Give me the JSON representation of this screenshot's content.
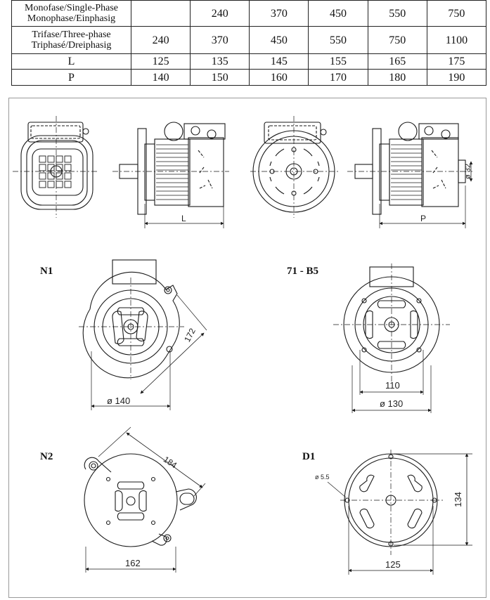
{
  "table": {
    "rows": [
      {
        "label": [
          "Monofase/Single-Phase",
          "Monophase/Einphasig"
        ],
        "cells": [
          "",
          "240",
          "370",
          "450",
          "550",
          "750"
        ]
      },
      {
        "label": [
          "Trifase/Three-phase",
          "Triphasé/Dreiphasig"
        ],
        "cells": [
          "240",
          "370",
          "450",
          "550",
          "750",
          "1100"
        ]
      },
      {
        "label": [
          "L"
        ],
        "cells": [
          "125",
          "135",
          "145",
          "155",
          "165",
          "175"
        ]
      },
      {
        "label": [
          "P"
        ],
        "cells": [
          "140",
          "150",
          "160",
          "170",
          "180",
          "190"
        ]
      }
    ]
  },
  "drawings": {
    "top_dims": {
      "length_L": "L",
      "length_P": "P",
      "shaft_dia": "ø 32"
    },
    "n1": {
      "label": "N1",
      "diag": "172",
      "dia": "ø 140"
    },
    "b5": {
      "label": "71 - B5",
      "width": "110",
      "dia": "ø 130"
    },
    "n2": {
      "label": "N2",
      "diag": "184",
      "width": "162"
    },
    "d1": {
      "label": "D1",
      "hole": "ø 5.5",
      "height": "134",
      "width": "125"
    }
  }
}
